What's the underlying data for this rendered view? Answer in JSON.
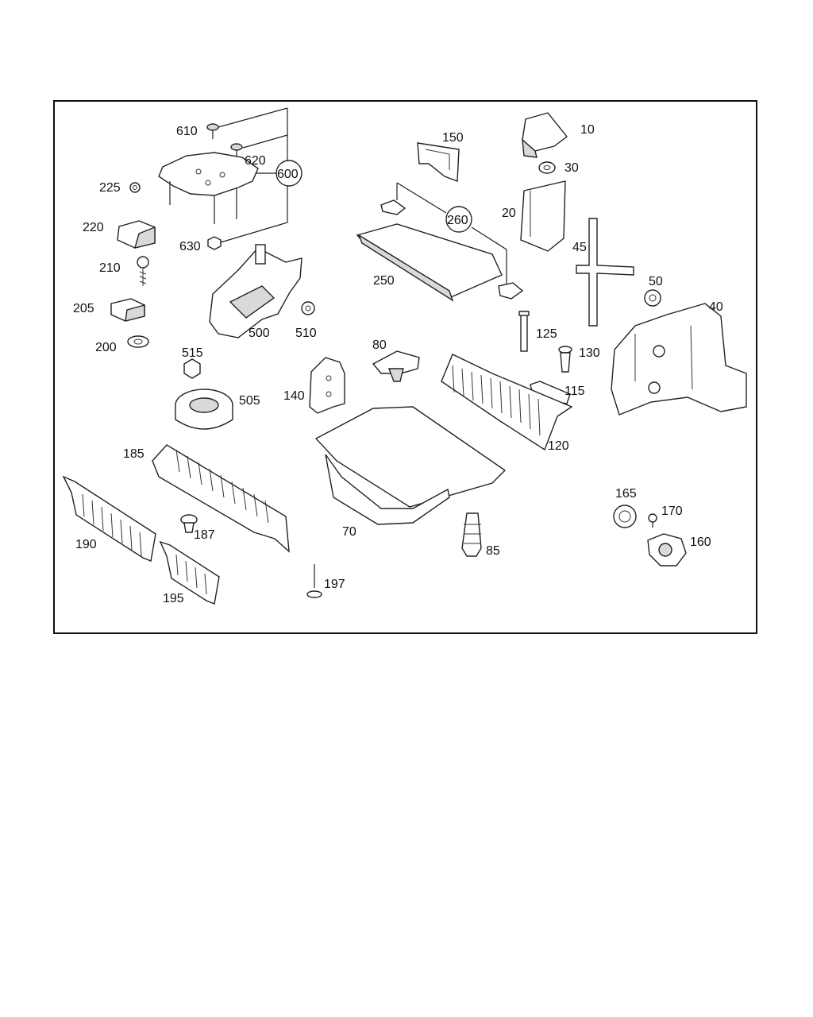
{
  "labels": {
    "p10": "10",
    "p20": "20",
    "p30": "30",
    "p40": "40",
    "p45": "45",
    "p50": "50",
    "p70": "70",
    "p80": "80",
    "p85": "85",
    "p115": "115",
    "p120": "120",
    "p125": "125",
    "p130": "130",
    "p140": "140",
    "p150": "150",
    "p160": "160",
    "p165": "165",
    "p170": "170",
    "p185": "185",
    "p187": "187",
    "p190": "190",
    "p195": "195",
    "p197": "197",
    "p200": "200",
    "p205": "205",
    "p210": "210",
    "p220": "220",
    "p225": "225",
    "p250": "250",
    "p260": "260",
    "p500": "500",
    "p505": "505",
    "p510": "510",
    "p515": "515",
    "p600": "600",
    "p610": "610",
    "p620": "620",
    "p630": "630"
  }
}
